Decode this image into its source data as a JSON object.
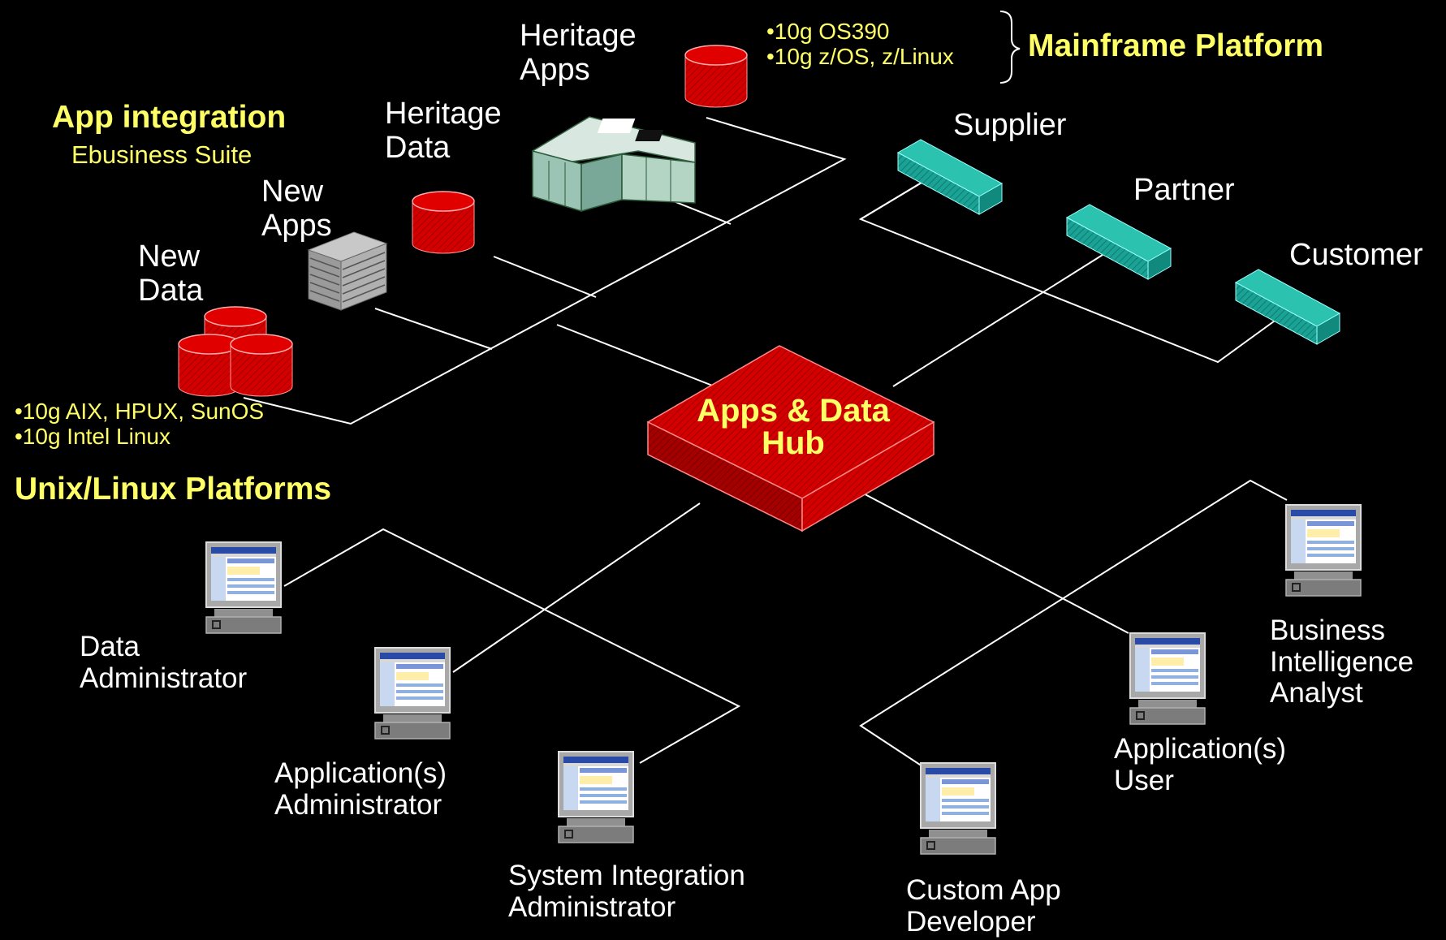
{
  "labels": {
    "app_integration": "App integration",
    "ebusiness_suite": "Ebusiness Suite",
    "heritage_apps": [
      "Heritage",
      "Apps"
    ],
    "heritage_data": [
      "Heritage",
      "Data"
    ],
    "new_apps": [
      "New",
      "Apps"
    ],
    "new_data": [
      "New",
      "Data"
    ],
    "mainframe_os": [
      "•10g OS390",
      "•10g z/OS, z/Linux"
    ],
    "mainframe_platform": "Mainframe Platform",
    "unix_os": [
      "•10g AIX, HPUX, SunOS",
      "•10g Intel Linux"
    ],
    "unix_platforms": "Unix/Linux Platforms",
    "supplier": "Supplier",
    "partner": "Partner",
    "customer": "Customer",
    "hub": [
      "Apps & Data",
      "Hub"
    ],
    "data_admin": [
      "Data",
      "Administrator"
    ],
    "app_admin": [
      "Application(s)",
      "Administrator"
    ],
    "sys_int_admin": [
      "System Integration",
      "Administrator"
    ],
    "custom_dev": [
      "Custom App",
      "Developer"
    ],
    "app_user": [
      "Application(s)",
      "User"
    ],
    "bi_analyst": [
      "Business",
      "Intelligence",
      "Analyst"
    ]
  },
  "colors": {
    "background": "#000000",
    "line": "#ffffff",
    "accent_yellow": "#ffff66",
    "hub_red": "#cc0000",
    "teal": "#1a9e8c"
  },
  "icons": {
    "database": "database-cylinder-icon",
    "server": "server-rack-icon",
    "mainframe": "mainframe-cabinet-icon",
    "partner_box": "external-system-box-icon",
    "workstation": "computer-workstation-icon"
  }
}
